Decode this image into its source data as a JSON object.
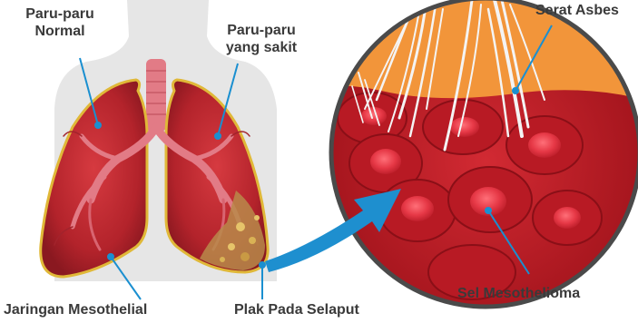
{
  "labels": {
    "normal_lung": [
      "Paru-paru",
      "Normal"
    ],
    "sick_lung": [
      "Paru-paru",
      "yang sakit"
    ],
    "asbestos_fiber": "Serat Asbes",
    "mesothelial_tissue": "Jaringan Mesothelial",
    "pleural_plaque": "Plak Pada Selaput",
    "mesothelioma_cell": "Sel Mesothelioma"
  },
  "colors": {
    "lung_red": "#c0282f",
    "lung_dark": "#8f1a22",
    "lung_outline": "#e0b838",
    "trachea": "#e07a84",
    "silhouette": "#e4e4e4",
    "pointer_line": "#1a8fd0",
    "arrow": "#1e8fcf",
    "cell_bg": "#b6151e",
    "cell_nucleus": "#e63846",
    "membrane_orange": "#f2953a",
    "circle_border": "#4a4a4a",
    "label_text": "#3a3a3a"
  }
}
